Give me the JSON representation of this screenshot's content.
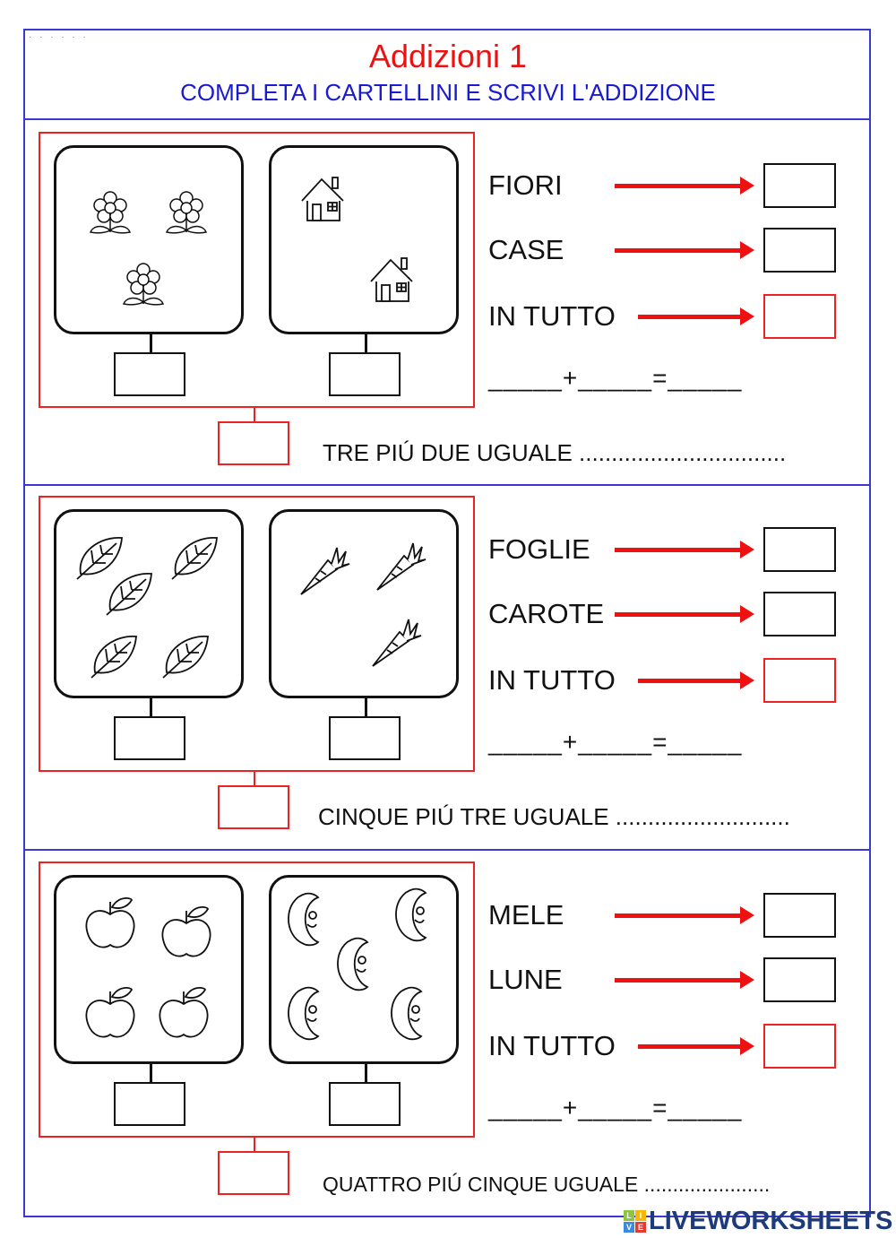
{
  "header": {
    "title": "Addizioni  1",
    "subtitle": "COMPLETA I CARTELLINI E SCRIVI L'ADDIZIONE"
  },
  "exercises": [
    {
      "left_icon": "flower-icon",
      "left_count": 3,
      "right_icon": "house-icon",
      "right_count": 2,
      "labels": [
        "FIORI",
        "CASE",
        "IN TUTTO"
      ],
      "equation": "_____+_____=_____",
      "sentence": "TRE PIÚ DUE UGUALE ................................"
    },
    {
      "left_icon": "leaf-icon",
      "left_count": 5,
      "right_icon": "carrot-icon",
      "right_count": 3,
      "labels": [
        "FOGLIE",
        "CAROTE",
        "IN TUTTO"
      ],
      "equation": "_____+_____=_____",
      "sentence": "CINQUE PIÚ TRE UGUALE ..........................."
    },
    {
      "left_icon": "apple-icon",
      "left_count": 4,
      "right_icon": "moon-icon",
      "right_count": 5,
      "labels": [
        "MELE",
        "LUNE",
        "IN TUTTO"
      ],
      "equation": "_____+_____=_____",
      "sentence": "QUATTRO PIÚ CINQUE UGUALE ......................"
    }
  ],
  "footer": {
    "logo_text": "LIVEWORKSHEETS",
    "logo_letters": [
      "L",
      "I",
      "V",
      "E"
    ]
  },
  "colors": {
    "title": "#e11111",
    "subtitle": "#1a1ad0",
    "frame": "#3a3ad0",
    "accent_red": "#e22222"
  }
}
